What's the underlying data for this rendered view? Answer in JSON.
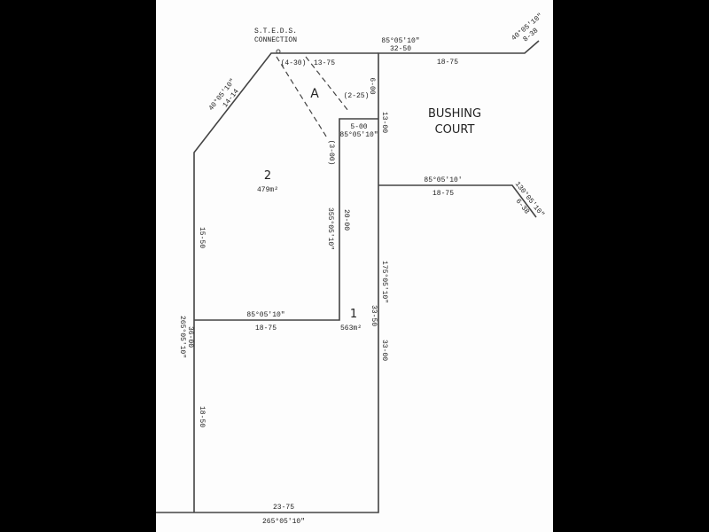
{
  "plan": {
    "street": {
      "line1": "BUSHING",
      "line2": "COURT"
    },
    "connection": {
      "line1": "S.T.E.D.S.",
      "line2": "CONNECTION"
    },
    "easement": {
      "label": "A",
      "width1": "(4-30)",
      "width2": "13-75",
      "offset1": "(2-25)",
      "offset2": "(3-00)"
    },
    "lot2": {
      "number": "2",
      "area": "479m²"
    },
    "lot1": {
      "number": "1",
      "area": "563m²"
    },
    "dims": {
      "top_bearing": "85°05'10\"",
      "top_total": "32-50",
      "top_right_len": "18-75",
      "ne_bearing": "40°05'10\"",
      "ne_len": "8-38",
      "nw_bearing": "40°05'10\"",
      "nw_len": "14-14",
      "notch_len": "5-00",
      "notch_bearing": "85°05'10\"",
      "notch_upper": "6-00",
      "east_upper": "13-00",
      "inner_vertical_len": "20-00",
      "inner_vertical_bearing": "355°05'10\"",
      "mid_right_bearing": "85°05'10'",
      "mid_right_len": "18-75",
      "se_bearing": "130°05'10\"",
      "se_len": "6-38",
      "west_upper": "15-50",
      "west_bearing": "265°05'10\"",
      "west_total": "36-00",
      "west_lower": "18-50",
      "divider_bearing": "85°05'10\"",
      "divider_len": "18-75",
      "east_bearing": "175°05'10\"",
      "east_mid": "33-50",
      "east_lower": "33-00",
      "bottom_len": "23-75",
      "bottom_bearing": "265°05'10\""
    }
  }
}
